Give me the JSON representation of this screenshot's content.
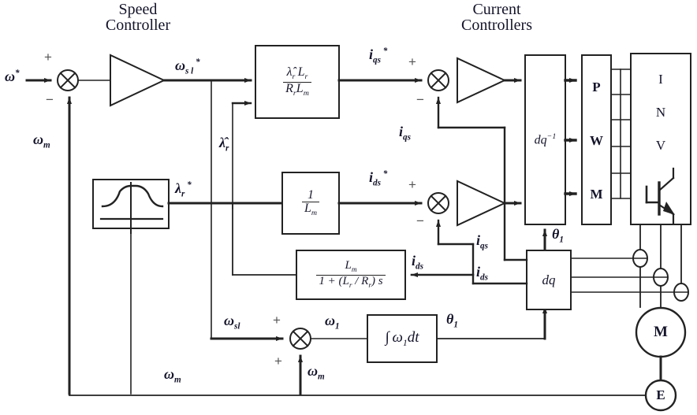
{
  "figure": {
    "kind": "control-block-diagram",
    "description": "Indirect field oriented control of induction motor"
  },
  "titles": {
    "speed_controller": "Speed\nController",
    "speed_controller_line1": "Speed",
    "speed_controller_line2": "Controller",
    "current_controllers_line1": "Current",
    "current_controllers_line2": "Controllers"
  },
  "blocks": {
    "slip_gain": {
      "name": "slip-gain-block",
      "numerator": "λ̂ᵣ Lᵣ",
      "denominator": "Rᵣ Lₘ"
    },
    "flux_to_current": {
      "name": "flux-to-current-block",
      "numerator": "1",
      "denominator": "Lₘ"
    },
    "flux_estimator": {
      "name": "flux-estimator-block",
      "numerator": "Lₘ",
      "denominator": "1 + (Lᵣ / Rᵣ) s"
    },
    "flux_profile": {
      "name": "flux-profile-block",
      "label": ""
    },
    "integrator": {
      "name": "integrator-block",
      "label": "∫ω₁dt"
    },
    "dq_inverse": {
      "name": "dq-inverse-block",
      "label": "dq⁻¹"
    },
    "dq_forward": {
      "name": "dq-block",
      "label": "dq"
    },
    "pwm": {
      "name": "pwm-block",
      "letters": [
        "P",
        "W",
        "M"
      ]
    },
    "inverter": {
      "name": "inverter-block",
      "letters": [
        "I",
        "N",
        "V"
      ]
    },
    "motor": {
      "name": "motor-node",
      "label": "M"
    },
    "encoder": {
      "name": "encoder-node",
      "label": "E"
    }
  },
  "signals": {
    "speed_ref": "ω*",
    "speed_fb_left": "ωₘ",
    "slip_speed_ref": "ω*ₛₗ",
    "flux_est": "λ̂ᵣ",
    "flux_ref": "λ*ᵣ",
    "iqs_ref": "i*qs",
    "ids_ref": "i*ds",
    "iqs_fb": "iqs",
    "ids_fb": "ids",
    "iqs_dq": "iqs",
    "ids_dq": "ids",
    "slip_speed": "ωsl",
    "sync_speed": "ω₁",
    "theta_int": "θ₁",
    "theta_dq": "θ₁",
    "speed_fb_bottom": "ωₘ",
    "speed_fb_sum": "ωₘ"
  },
  "signs": {
    "speed_sum_plus": "+",
    "speed_sum_minus": "−",
    "iqs_sum_plus": "+",
    "iqs_sum_minus": "−",
    "ids_sum_plus": "+",
    "ids_sum_minus": "−",
    "freq_sum_plus_top": "+",
    "freq_sum_plus_bottom": "+"
  },
  "colors": {
    "line": "#222222",
    "text": "#14142b",
    "sign": "#555555",
    "background": "#ffffff"
  }
}
